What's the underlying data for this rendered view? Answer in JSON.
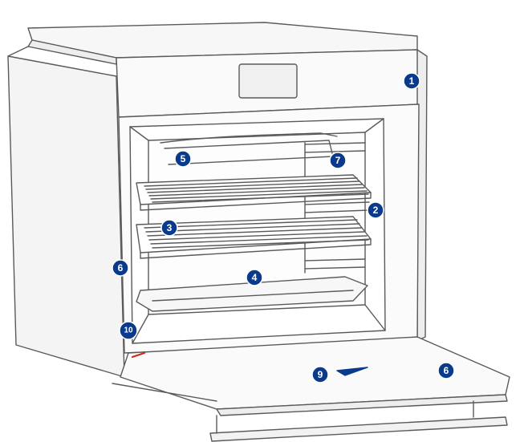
{
  "callouts": [
    {
      "id": "c1",
      "label": "1"
    },
    {
      "id": "c2",
      "label": "2"
    },
    {
      "id": "c3",
      "label": "3"
    },
    {
      "id": "c4",
      "label": "4"
    },
    {
      "id": "c5",
      "label": "5"
    },
    {
      "id": "c6a",
      "label": "6"
    },
    {
      "id": "c6b",
      "label": "6"
    },
    {
      "id": "c7",
      "label": "7"
    },
    {
      "id": "c9",
      "label": "9"
    },
    {
      "id": "c10",
      "label": "10"
    }
  ],
  "colors": {
    "badge": "#0a3a8c",
    "line": "#5a5a5a",
    "body_fill": "#f7f7f7",
    "accent_red": "#cc2a1a"
  }
}
